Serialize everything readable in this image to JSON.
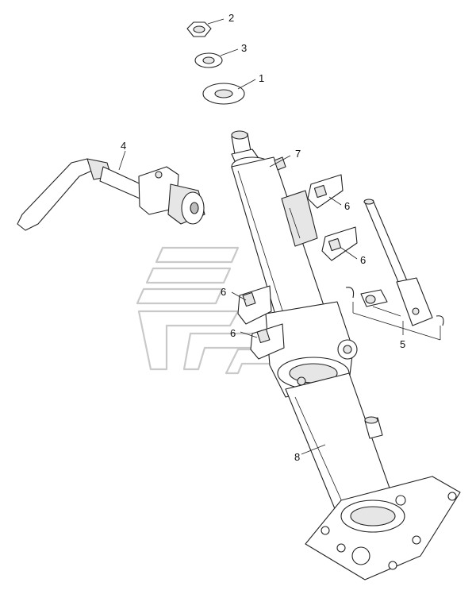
{
  "diagram": {
    "callouts": [
      {
        "id": "c2",
        "text": "2"
      },
      {
        "id": "c3",
        "text": "3"
      },
      {
        "id": "c1",
        "text": "1"
      },
      {
        "id": "c4",
        "text": "4"
      },
      {
        "id": "c7",
        "text": "7"
      },
      {
        "id": "c6a",
        "text": "6"
      },
      {
        "id": "c6b",
        "text": "6"
      },
      {
        "id": "c6c",
        "text": "6"
      },
      {
        "id": "c6d",
        "text": "6"
      },
      {
        "id": "c5",
        "text": "5"
      },
      {
        "id": "c8",
        "text": "8"
      }
    ],
    "colors": {
      "line": "#222222",
      "shade": "#e6e6e6",
      "watermark": "#c9c9c9"
    }
  }
}
